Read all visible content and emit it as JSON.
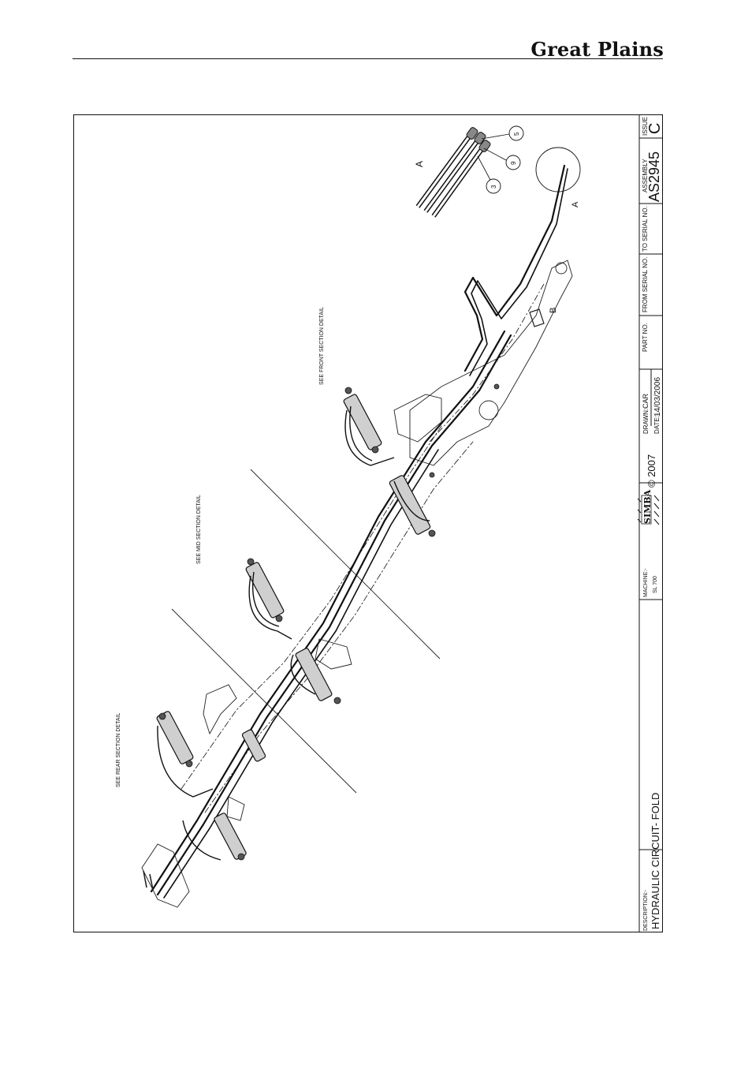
{
  "header": {
    "brand": "Great Plains"
  },
  "drawing": {
    "notes": {
      "rear": "SEE REAR SECTION DETAIL",
      "mid": "SEE MID SECTION DETAIL",
      "front": "SEE FRONT SECTION DETAIL"
    },
    "detail_labels": {
      "detail_a_view": "A",
      "detail_a_marker": "A",
      "detail_b": "B"
    },
    "balloons": [
      "5",
      "9",
      "3"
    ]
  },
  "title_block": {
    "description_label": "DESCRIPTION:-",
    "description": "HYDRAULIC CIRCUIT- FOLD",
    "machine_label": "MACHINE:-",
    "machine": "SL 700",
    "logo": "SIMBA",
    "copyright": "© 2007",
    "drawn_label": "DRAWN:-",
    "drawn": "CAR",
    "date_label": "DATE:-",
    "date": "14/03/2006",
    "part_no_label": "PART NO.",
    "from_serial_label": "FROM SERIAL NO.",
    "to_serial_label": "TO SERIAL NO.",
    "assembly_label": "ASSEMBLY",
    "assembly": "AS2945",
    "issue_label": "ISSUE",
    "issue": "C"
  }
}
